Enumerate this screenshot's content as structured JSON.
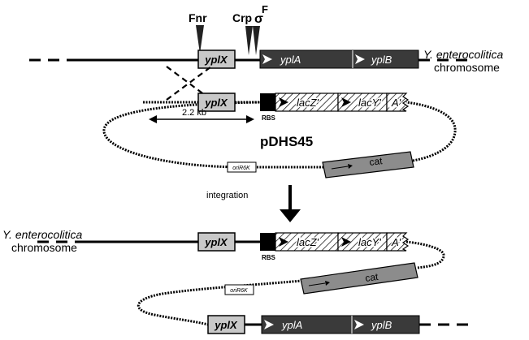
{
  "diagram": {
    "labels": {
      "fnr": "Fnr",
      "crp": "Crp",
      "sigma": "σ",
      "sigma_sup": "F",
      "species_top": "Y. enterocolitica",
      "chromosome_top": "chromosome",
      "species_bottom": "Y. enterocolitica",
      "chromosome_bottom": "chromosome",
      "plasmid": "pDHS45",
      "distance": "2.2 kb",
      "integration": "integration",
      "rbs_top": "RBS",
      "rbs_bottom": "RBS",
      "ori_top": "oriR6K",
      "ori_bottom": "oriR6K"
    },
    "genes": {
      "yplX": "yplX",
      "yplA": "yplA",
      "yplB": "yplB",
      "lacZ": "lacZ'",
      "lacY": "lacY'",
      "A": "A'",
      "cat": "cat"
    },
    "colors": {
      "dark_gene": "#3a3a3a",
      "light_gene": "#c8c8c8",
      "cat_gene": "#8c8c8c",
      "rbs": "#000000"
    }
  }
}
